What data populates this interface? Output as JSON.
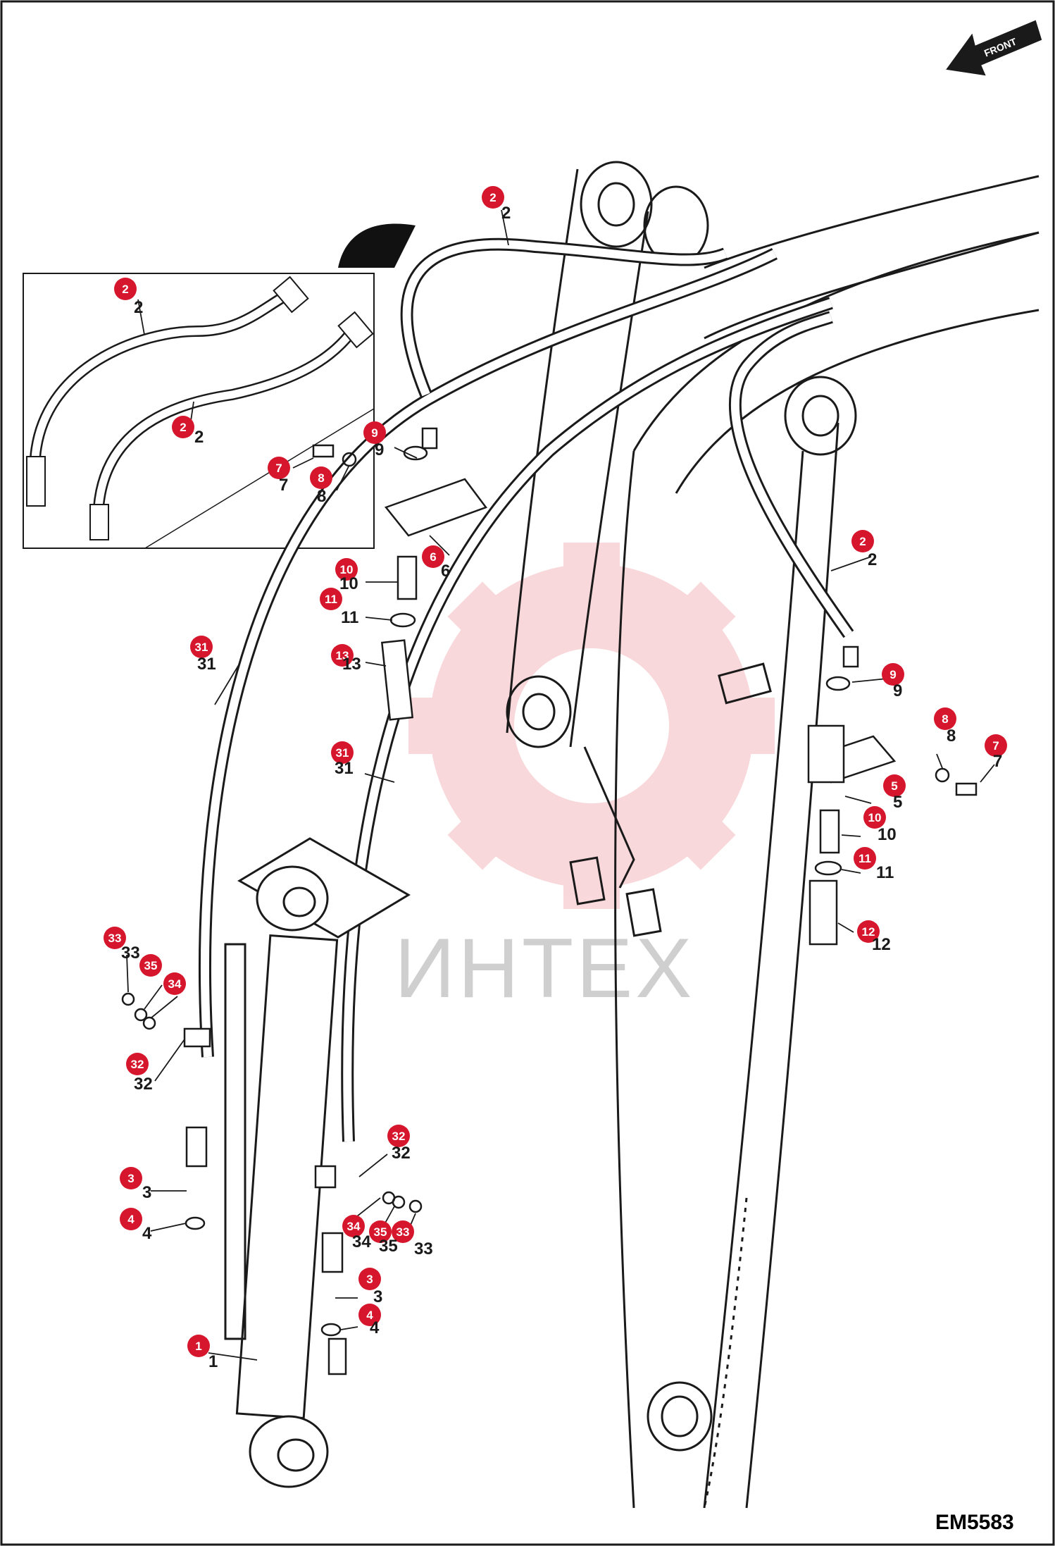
{
  "drawing_code": "EM5583",
  "watermark": "ИНТЕХ",
  "front_label": "FRONT",
  "colors": {
    "callout": "#d6162c",
    "line": "#1a1a1a",
    "watermark_gear": "#f6c9cc"
  },
  "callouts": [
    {
      "id": "c2a",
      "label": "2"
    },
    {
      "id": "c2b",
      "label": "2"
    },
    {
      "id": "c2c",
      "label": "2"
    },
    {
      "id": "c2d",
      "label": "2"
    },
    {
      "id": "c9a",
      "label": "9"
    },
    {
      "id": "c9b",
      "label": "9"
    },
    {
      "id": "c7a",
      "label": "7"
    },
    {
      "id": "c7b",
      "label": "7"
    },
    {
      "id": "c8a",
      "label": "8"
    },
    {
      "id": "c8b",
      "label": "8"
    },
    {
      "id": "c6",
      "label": "6"
    },
    {
      "id": "c5",
      "label": "5"
    },
    {
      "id": "c10a",
      "label": "10"
    },
    {
      "id": "c10b",
      "label": "10"
    },
    {
      "id": "c11a",
      "label": "11"
    },
    {
      "id": "c11b",
      "label": "11"
    },
    {
      "id": "c13",
      "label": "13"
    },
    {
      "id": "c12",
      "label": "12"
    },
    {
      "id": "c31a",
      "label": "31"
    },
    {
      "id": "c31b",
      "label": "31"
    },
    {
      "id": "c33a",
      "label": "33"
    },
    {
      "id": "c33b",
      "label": "33"
    },
    {
      "id": "c35a",
      "label": "35"
    },
    {
      "id": "c35b",
      "label": "35"
    },
    {
      "id": "c34a",
      "label": "34"
    },
    {
      "id": "c34b",
      "label": "34"
    },
    {
      "id": "c32a",
      "label": "32"
    },
    {
      "id": "c32b",
      "label": "32"
    },
    {
      "id": "c3a",
      "label": "3"
    },
    {
      "id": "c3b",
      "label": "3"
    },
    {
      "id": "c4a",
      "label": "4"
    },
    {
      "id": "c4b",
      "label": "4"
    },
    {
      "id": "c1",
      "label": "1"
    }
  ]
}
